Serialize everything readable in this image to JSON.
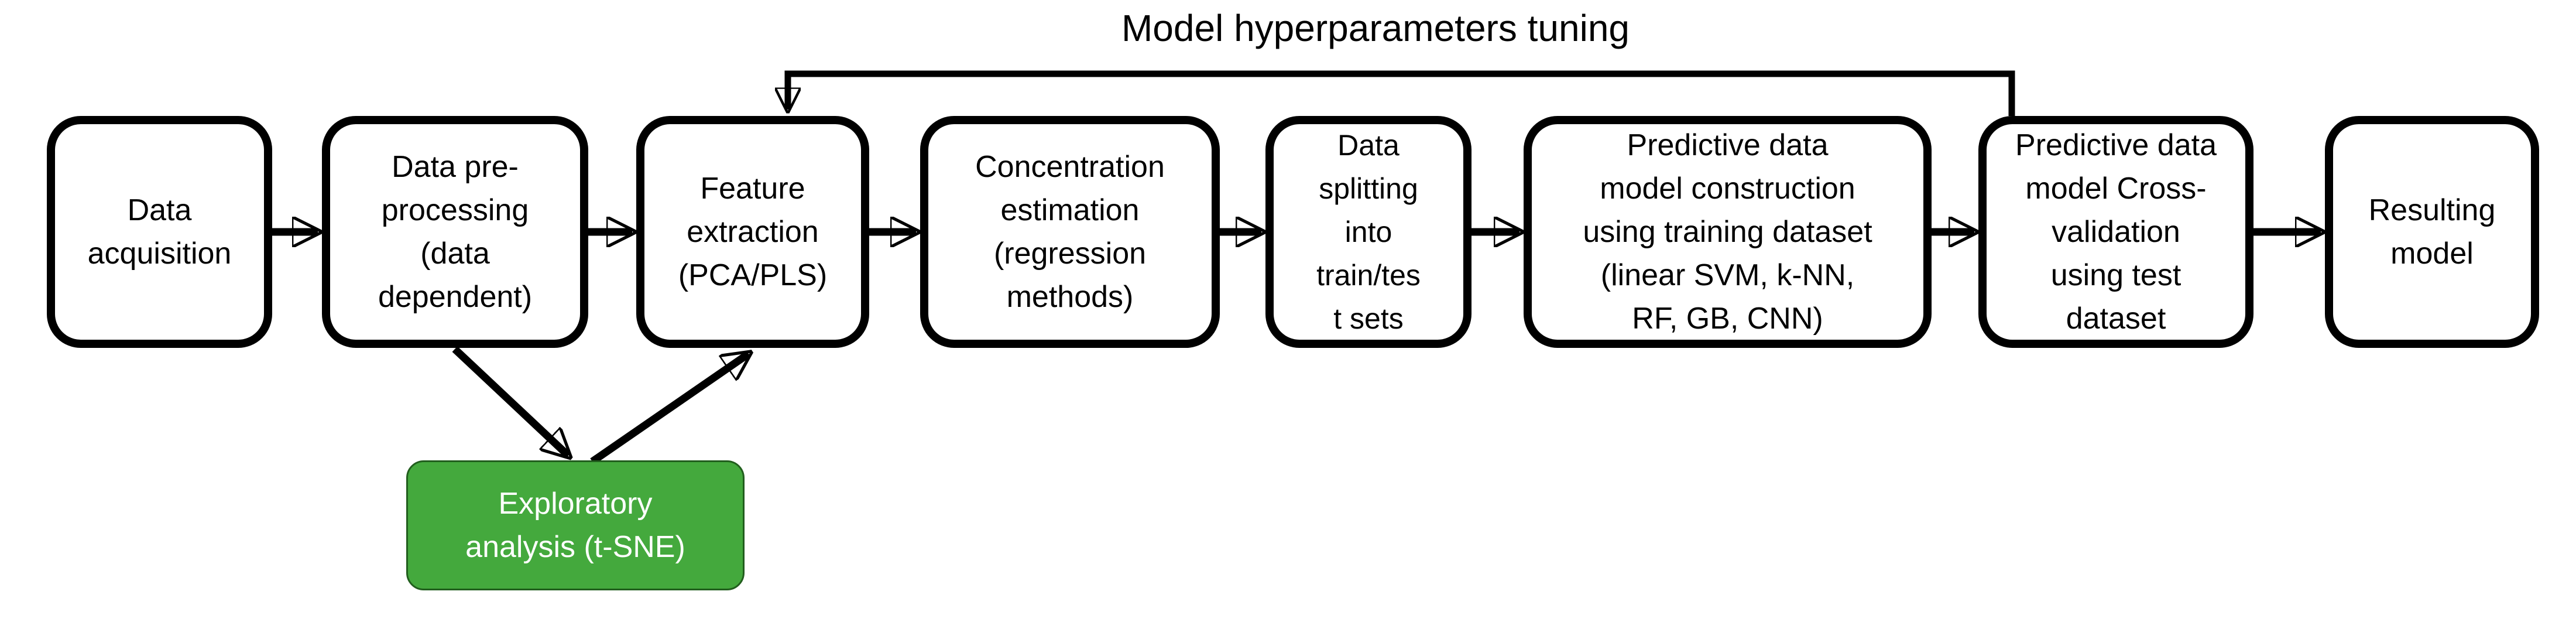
{
  "diagram": {
    "title": "Model hyperparameters tuning",
    "boxes": [
      {
        "id": "data-acquisition",
        "label": "Data\nacquisition"
      },
      {
        "id": "data-preprocessing",
        "label": "Data pre-\nprocessing\n(data\ndependent)"
      },
      {
        "id": "feature-extraction",
        "label": "Feature\nextraction\n(PCA/PLS)"
      },
      {
        "id": "concentration-estimation",
        "label": "Concentration\nestimation\n(regression\nmethods)"
      },
      {
        "id": "data-splitting",
        "label": "Data\nsplitting\ninto\ntrain/tes\nt sets"
      },
      {
        "id": "model-construction",
        "label": "Predictive data\nmodel construction\nusing training dataset\n(linear SVM, k-NN,\nRF, GB, CNN)"
      },
      {
        "id": "model-cross-validation",
        "label": "Predictive data\nmodel Cross-\nvalidation\nusing test\ndataset"
      },
      {
        "id": "resulting-model",
        "label": "Resulting\nmodel"
      }
    ],
    "highlight_box": {
      "id": "exploratory-analysis",
      "label": "Exploratory\nanalysis (t-SNE)"
    },
    "connections": [
      {
        "from": "data-acquisition",
        "to": "data-preprocessing"
      },
      {
        "from": "data-preprocessing",
        "to": "feature-extraction"
      },
      {
        "from": "feature-extraction",
        "to": "concentration-estimation"
      },
      {
        "from": "concentration-estimation",
        "to": "data-splitting"
      },
      {
        "from": "data-splitting",
        "to": "model-construction"
      },
      {
        "from": "model-construction",
        "to": "model-cross-validation"
      },
      {
        "from": "model-cross-validation",
        "to": "resulting-model"
      },
      {
        "from": "data-preprocessing",
        "to": "exploratory-analysis"
      },
      {
        "from": "exploratory-analysis",
        "to": "feature-extraction"
      },
      {
        "from": "model-cross-validation",
        "to": "feature-extraction",
        "type": "feedback",
        "label": "Model hyperparameters tuning"
      }
    ],
    "colors": {
      "background": "#ffffff",
      "box_fill": "#ffffff",
      "box_border": "#000000",
      "box_text": "#000000",
      "arrow": "#000000",
      "highlight_fill": "#44a93d",
      "highlight_border": "#215e1d",
      "highlight_text": "#ffffff"
    }
  }
}
